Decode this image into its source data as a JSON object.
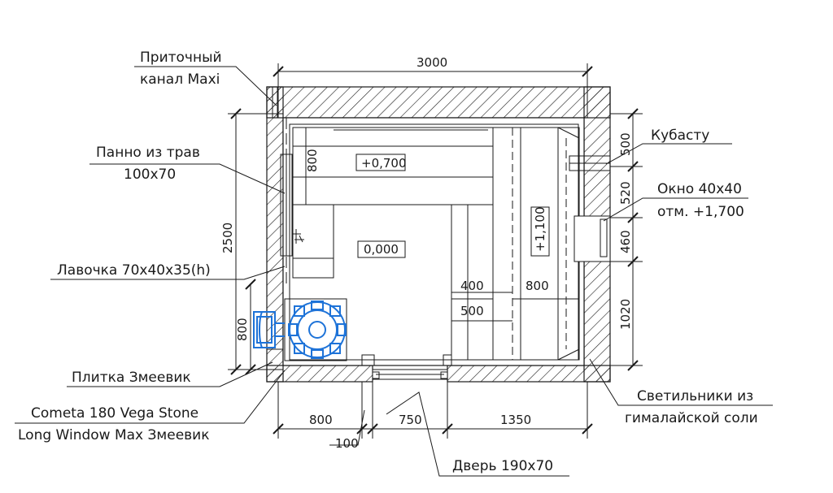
{
  "dimensions": {
    "top_width": "3000",
    "left_height": "2500",
    "left_stove": "800",
    "right_1": "500",
    "right_2": "520",
    "right_3": "460",
    "right_4": "1020",
    "bottom_1": "800",
    "bottom_2": "750",
    "bottom_3": "1350",
    "bottom_gap": "100",
    "bench_upper_depth": "800",
    "bench_right_width": "800",
    "step_400": "400",
    "step_500": "500"
  },
  "levels": {
    "floor": "0,000",
    "upper_bench": "+0,700",
    "right_bench": "+1,100"
  },
  "labels": {
    "supply_channel_1": "Приточный",
    "supply_channel_2": "канал Maxi",
    "herb_panel_1": "Панно из трав",
    "herb_panel_2": "100х70",
    "bench": "Лавочка 70х40х35(h)",
    "tile": "Плитка Змеевик",
    "stove_1": "Cometa 180 Vega Stone",
    "stove_2": "Long Window Max Змеевик",
    "kubastu": "Кубасту",
    "window_1": "Окно 40х40",
    "window_2": "отм. +1,700",
    "lamps_1": "Светильники из",
    "lamps_2": "гималайской соли",
    "door": "Дверь 190х70"
  },
  "colors": {
    "lines": "#1a1a1a",
    "stove": "#1e73d8"
  }
}
